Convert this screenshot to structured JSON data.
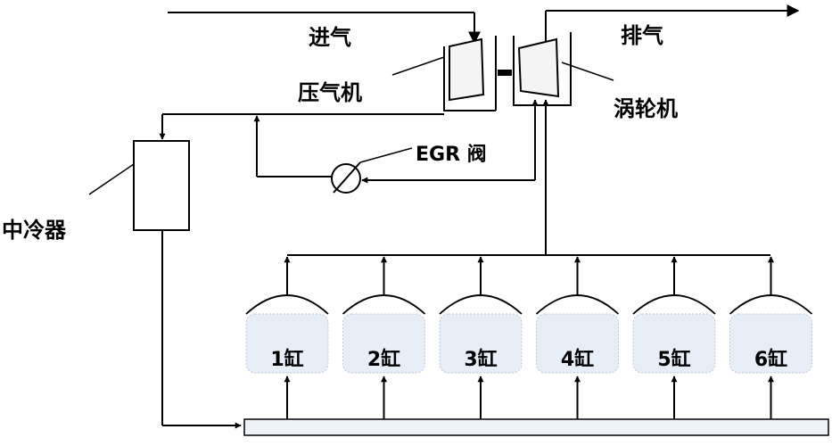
{
  "labels": {
    "intake": "进气",
    "exhaust": "排气",
    "compressor": "压气机",
    "turbine": "涡轮机",
    "egr_valve": "EGR 阀",
    "intercooler": "中冷器"
  },
  "cylinders": [
    "1缸",
    "2缸",
    "3缸",
    "4缸",
    "5缸",
    "6缸"
  ],
  "colors": {
    "line": "#000000",
    "manifold_fill": "#eef3fa",
    "cylinder_fill": "#e8eef8"
  }
}
